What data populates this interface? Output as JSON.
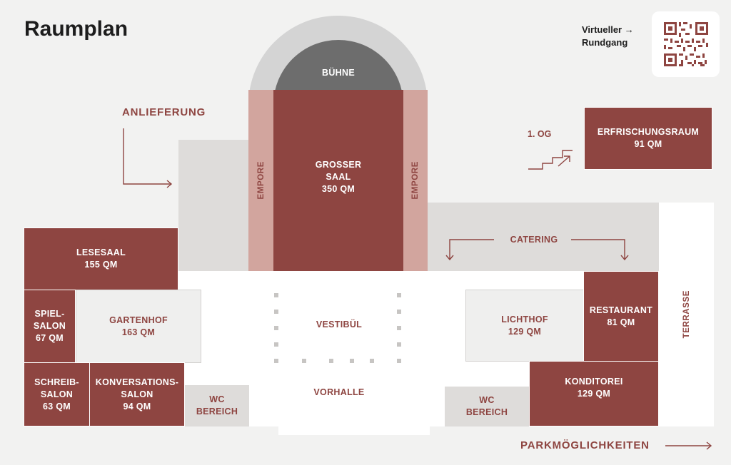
{
  "title": "Raumplan",
  "virtual_tour": {
    "line1": "Virtueller",
    "arrow": "→",
    "line2": "Rundgang"
  },
  "labels": {
    "anlieferung": "ANLIEFERUNG",
    "parking": "PARKMÖGLICHKEITEN",
    "floor": "1. OG",
    "catering": "CATERING",
    "terrace": "TERRASSE",
    "empore": "EMPORE"
  },
  "rooms": {
    "buehne": {
      "name": "BÜHNE"
    },
    "grosser_saal": {
      "name": "GROSSER\nSAAL",
      "size": "350 QM"
    },
    "erfrischungsraum": {
      "name": "ERFRISCHUNGSRAUM",
      "size": "91 QM"
    },
    "lesesaal": {
      "name": "LESESAAL",
      "size": "155 QM"
    },
    "spielsalon": {
      "name": "SPIEL-\nSALON",
      "size": "67 QM"
    },
    "gartenhof": {
      "name": "GARTENHOF",
      "size": "163 QM"
    },
    "schreibsalon": {
      "name": "SCHREIB-\nSALON",
      "size": "63 QM"
    },
    "konversationssalon": {
      "name": "KONVERSATIONS-\nSALON",
      "size": "94 QM"
    },
    "wc_left": {
      "name": "WC\nBEREICH"
    },
    "vestibuel": {
      "name": "VESTIBÜL"
    },
    "vorhalle": {
      "name": "VORHALLE"
    },
    "wc_right": {
      "name": "WC\nBEREICH"
    },
    "lichthof": {
      "name": "LICHTHOF",
      "size": "129 QM"
    },
    "restaurant": {
      "name": "RESTAURANT",
      "size": "81 QM"
    },
    "konditorei": {
      "name": "KONDITOREI",
      "size": "129 QM"
    }
  },
  "colors": {
    "room": "#8e4541",
    "accent": "#8e4541",
    "grey": "#dedcda",
    "stage": "#6d6d6d",
    "empore": "#d2a59e"
  }
}
